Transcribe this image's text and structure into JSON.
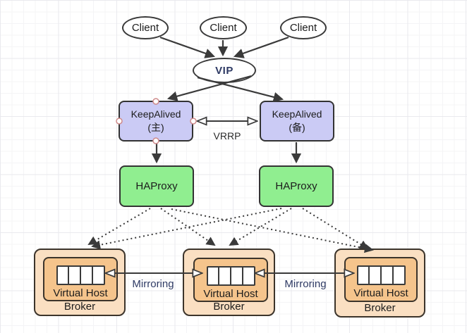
{
  "diagram": {
    "title_hint": "RabbitMQ HA architecture diagram",
    "clients": [
      "Client",
      "Client",
      "Client"
    ],
    "vip_label": "VIP",
    "keepalived_main": {
      "line1": "KeepAlived",
      "line2": "(主)"
    },
    "keepalived_backup": {
      "line1": "KeepAlived",
      "line2": "(备)"
    },
    "haproxy_left_label": "HAProxy",
    "haproxy_right_label": "HAProxy",
    "vrrp_label": "VRRP",
    "mirroring_label_1": "Mirroring",
    "mirroring_label_2": "Mirroring",
    "brokers": [
      {
        "virtual_host_label": "Virtual Host",
        "broker_label": "Broker",
        "queue_cells": 4
      },
      {
        "virtual_host_label": "Virtual Host",
        "broker_label": "Broker",
        "queue_cells": 4
      },
      {
        "virtual_host_label": "Virtual Host",
        "broker_label": "Broker",
        "queue_cells": 4
      }
    ],
    "colors": {
      "keepalived_fill": "#cbcbf5",
      "haproxy_fill": "#90ee90",
      "broker_outer_fill": "#fadfc2",
      "broker_inner_fill": "#f5c48c",
      "stroke": "#3a3a3a",
      "edge_label_navy": "#2e3a64",
      "connection_handle": "#cf8a8a",
      "grid_line": "#f4f4f6"
    }
  }
}
